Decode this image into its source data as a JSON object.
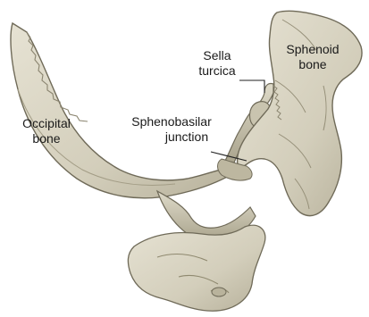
{
  "labels": {
    "occipital_line1": "Occipital",
    "occipital_line2": "bone",
    "sphenobasilar_line1": "Sphenobasilar",
    "sphenobasilar_line2": "junction",
    "sella_line1": "Sella",
    "sella_line2": "turcica",
    "sphenoid_line1": "Sphenoid",
    "sphenoid_line2": "bone"
  },
  "colors": {
    "bone_fill": "#d8d4c3",
    "bone_shadow": "#a9a48f",
    "bone_outline": "#6f6a58",
    "leader_line": "#222222",
    "background": "#ffffff"
  }
}
